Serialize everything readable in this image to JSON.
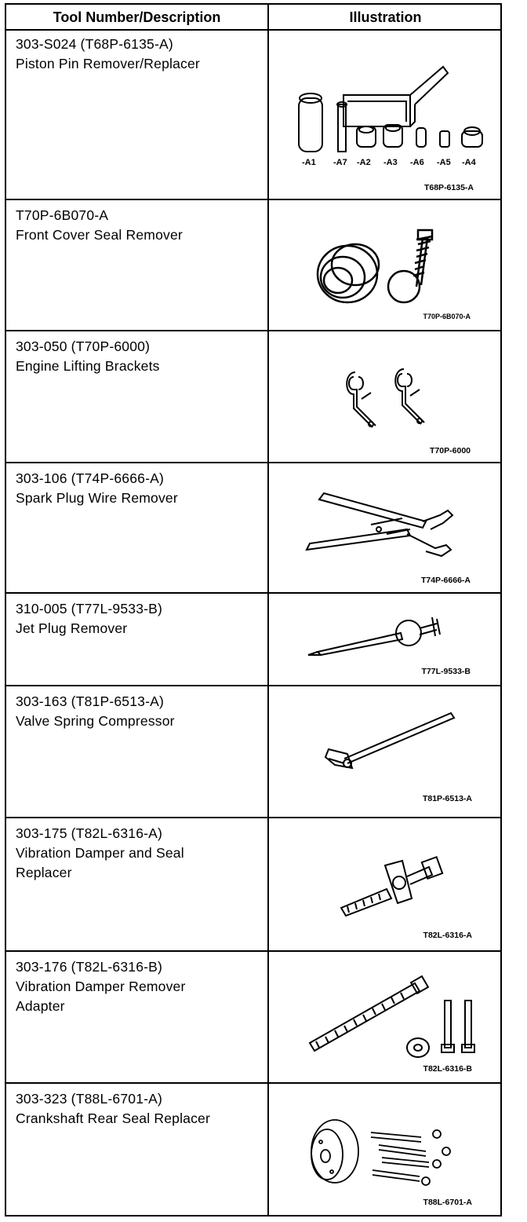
{
  "header": {
    "col1": "Tool Number/Description",
    "col2": "Illustration"
  },
  "tools": [
    {
      "line1": "303-S024 (T68P-6135-A)",
      "line2": "Piston Pin Remover/Replacer",
      "line3": "",
      "code": "T68P-6135-A",
      "labels": [
        "-A1",
        "-A7",
        "-A2",
        "-A3",
        "-A6",
        "-A5",
        "-A4"
      ]
    },
    {
      "line1": "T70P-6B070-A",
      "line2": "Front Cover Seal Remover",
      "line3": "",
      "code": "T70P-6B070-A"
    },
    {
      "line1": "303-050 (T70P-6000)",
      "line2": "Engine Lifting Brackets",
      "line3": "",
      "code": "T70P-6000"
    },
    {
      "line1": "303-106 (T74P-6666-A)",
      "line2": "Spark Plug Wire Remover",
      "line3": "",
      "code": "T74P-6666-A"
    },
    {
      "line1": "310-005 (T77L-9533-B)",
      "line2": "Jet Plug Remover",
      "line3": "",
      "code": "T77L-9533-B"
    },
    {
      "line1": "303-163 (T81P-6513-A)",
      "line2": "Valve Spring Compressor",
      "line3": "",
      "code": "T81P-6513-A"
    },
    {
      "line1": "303-175 (T82L-6316-A)",
      "line2": "Vibration Damper and Seal",
      "line3": "Replacer",
      "code": "T82L-6316-A"
    },
    {
      "line1": "303-176 (T82L-6316-B)",
      "line2": "Vibration Damper Remover",
      "line3": "Adapter",
      "code": "T82L-6316-B"
    },
    {
      "line1": "303-323 (T88L-6701-A)",
      "line2": "Crankshaft Rear Seal Replacer",
      "line3": "",
      "code": "T88L-6701-A"
    }
  ]
}
